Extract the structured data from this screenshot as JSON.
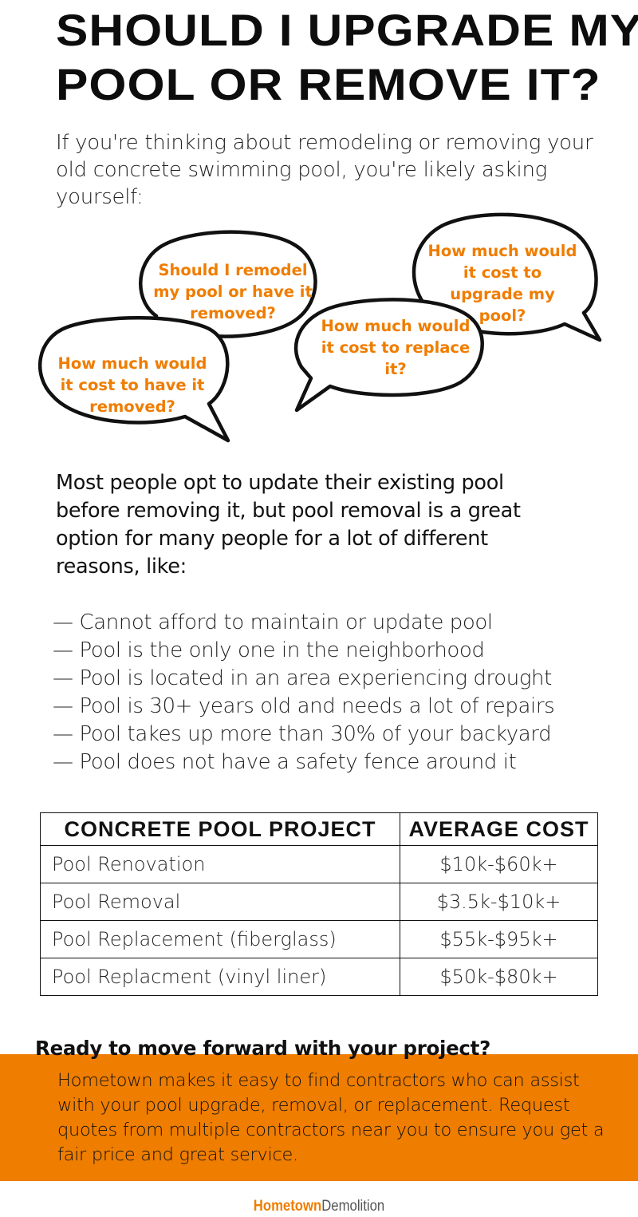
{
  "title": "Should I upgrade my pool or remove it?",
  "intro": "If you're thinking about remodeling or removing your old concrete swimming pool, you're likely asking yourself:",
  "questions": [
    "Should I remodel my pool or have it removed?",
    "How much would it cost to upgrade my pool?",
    "How much would it cost to replace it?",
    "How much would it cost to have it removed?"
  ],
  "lead": "Most people opt to update their existing pool before removing it, but pool removal is a great option for many people for a lot of different reasons, like:",
  "reasons": [
    "— Cannot afford to maintain or update pool",
    "— Pool is the only one in the neighborhood",
    "— Pool is located in an area experiencing drought",
    "— Pool is 30+ years old and needs a lot of repairs",
    "— Pool takes up more than 30% of your backyard",
    "— Pool does not have a safety fence around it"
  ],
  "table": {
    "headers": [
      "Concrete Pool Project",
      "Average Cost"
    ],
    "rows": [
      [
        "Pool Renovation",
        "$10k-$60k+"
      ],
      [
        "Pool Removal",
        "$3.5k-$10k+"
      ],
      [
        "Pool Replacement (fiberglass)",
        "$55k-$95k+"
      ],
      [
        "Pool Replacment (vinyl liner)",
        "$50k-$80k+"
      ]
    ]
  },
  "cta": {
    "heading": "Ready to move forward with your project?",
    "body": "Hometown makes it easy to find contractors who can assist with your pool upgrade, removal, or replacement. Request quotes from multiple contractors near you to ensure you get a fair price and great service."
  },
  "footer": {
    "brand_primary": "Hometown",
    "brand_secondary": "Demolition"
  },
  "colors": {
    "accent": "#ef7d00",
    "text": "#111111",
    "background": "#ffffff"
  }
}
